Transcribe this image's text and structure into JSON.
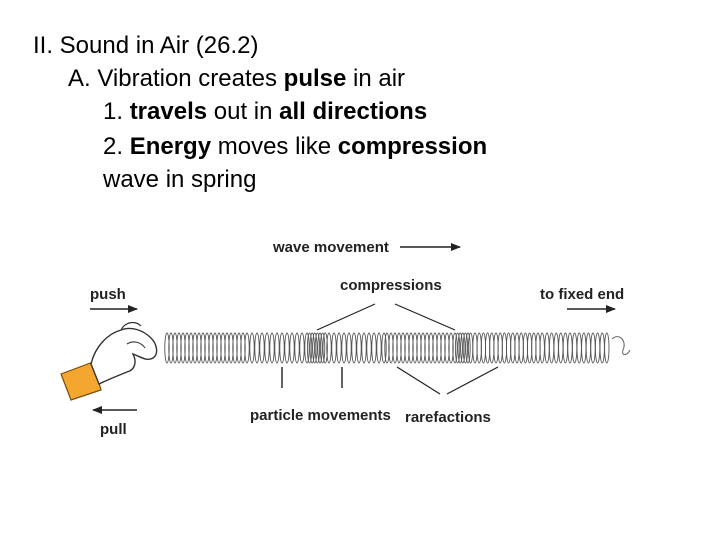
{
  "slide": {
    "heading": "II. Sound in Air (26.2)",
    "point_a": {
      "pre": "A. Vibration creates ",
      "bold": "pulse",
      "post": " in air"
    },
    "point_1": {
      "num": "1. ",
      "bold1": "travels",
      "mid": " out in ",
      "bold2": "all directions"
    },
    "point_2": {
      "num": "2. ",
      "bold1": "Energy",
      "mid": " moves like ",
      "bold2": "compression"
    },
    "point_2_cont": "wave in spring"
  },
  "diagram": {
    "wave_movement": "wave movement",
    "compressions": "compressions",
    "push": "push",
    "to_fixed_end": "to fixed end",
    "pull": "pull",
    "particle_movements": "particle movements",
    "rarefactions": "rarefactions",
    "colors": {
      "sleeve": "#f3a72f",
      "skin": "#ffffff",
      "ink": "#222222"
    }
  }
}
